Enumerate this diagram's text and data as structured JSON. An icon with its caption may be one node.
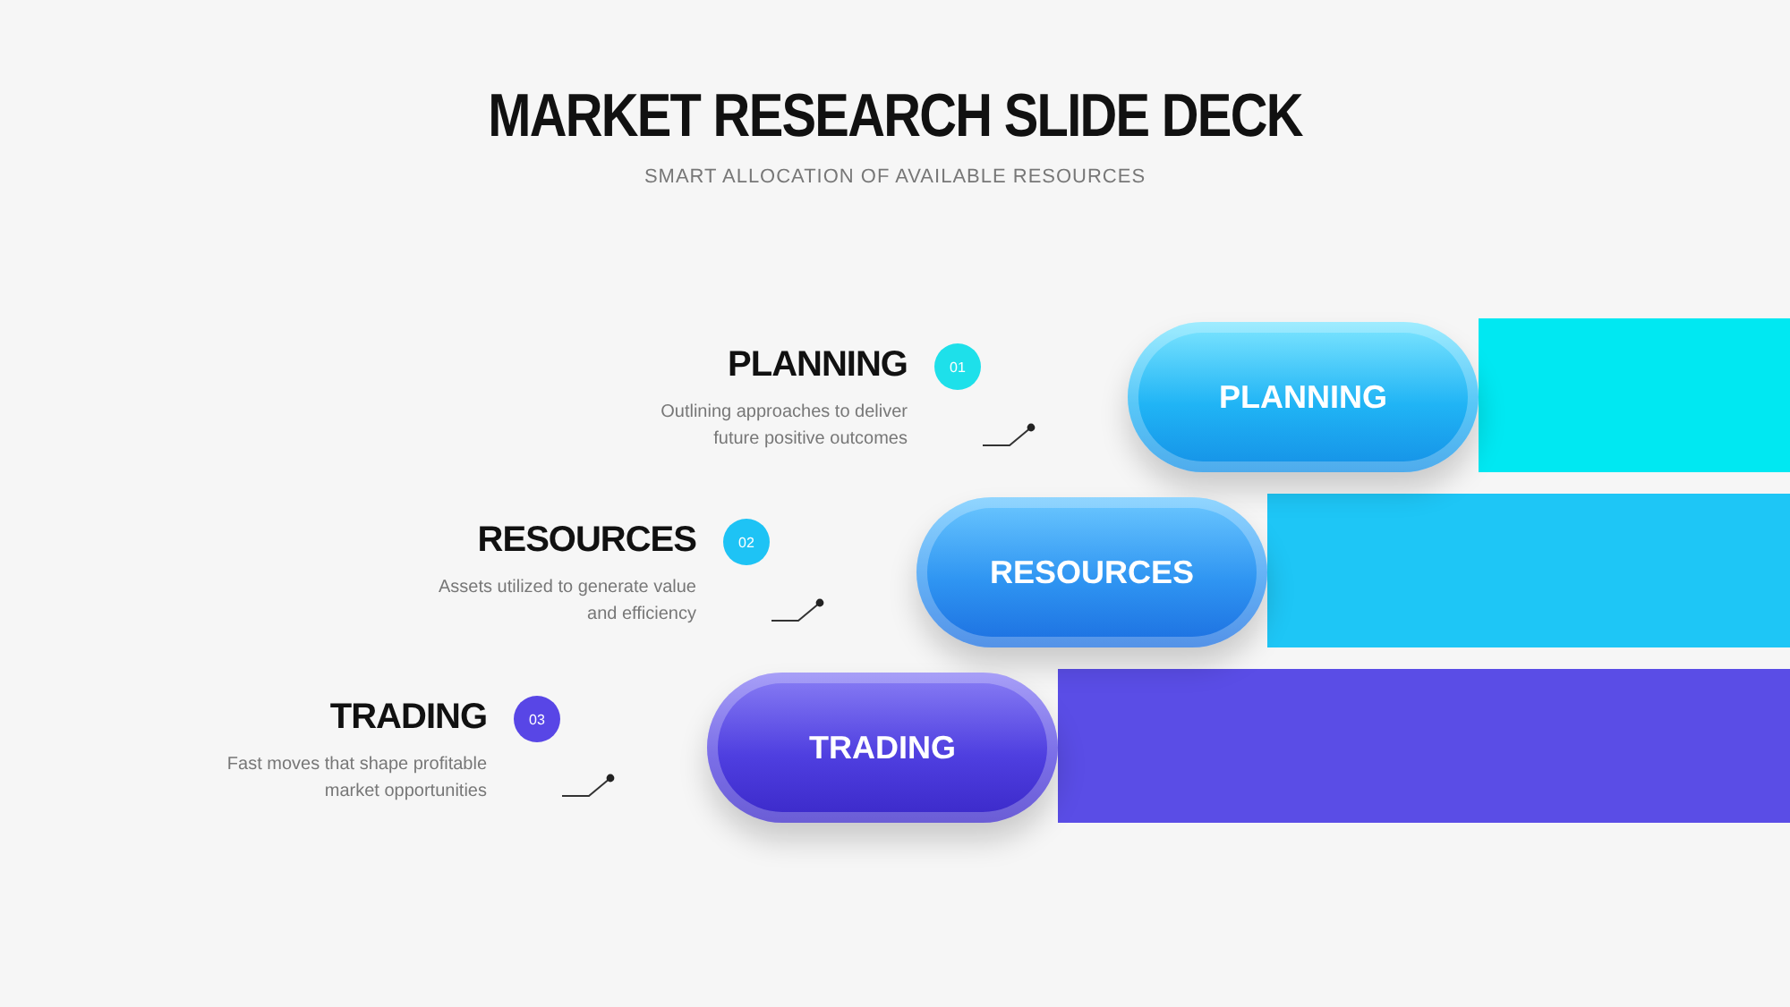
{
  "diagram": {
    "title": "MARKET RESEARCH SLIDE DECK",
    "nodes": [
      {
        "text": [
          "01"
        ],
        "beside": [
          "PLANNING",
          "Outlining approaches to deliver future positive outcomes"
        ]
      },
      {
        "text": [
          "PLANNING"
        ]
      },
      {
        "text": [],
        "shape": "bar"
      },
      {
        "text": [
          "02"
        ],
        "beside": [
          "RESOURCES",
          "Assets utilized to generate value and efficiency"
        ]
      },
      {
        "text": [
          "RESOURCES"
        ]
      },
      {
        "text": [],
        "shape": "bar"
      },
      {
        "text": [
          "03"
        ],
        "beside": [
          "TRADING",
          "Fast moves that shape profitable market opportunities"
        ]
      },
      {
        "text": [
          "TRADING"
        ]
      },
      {
        "text": [],
        "shape": "bar"
      }
    ],
    "edges": [],
    "labels": [
      "SMART ALLOCATION OF AVAILABLE RESOURCES"
    ]
  }
}
